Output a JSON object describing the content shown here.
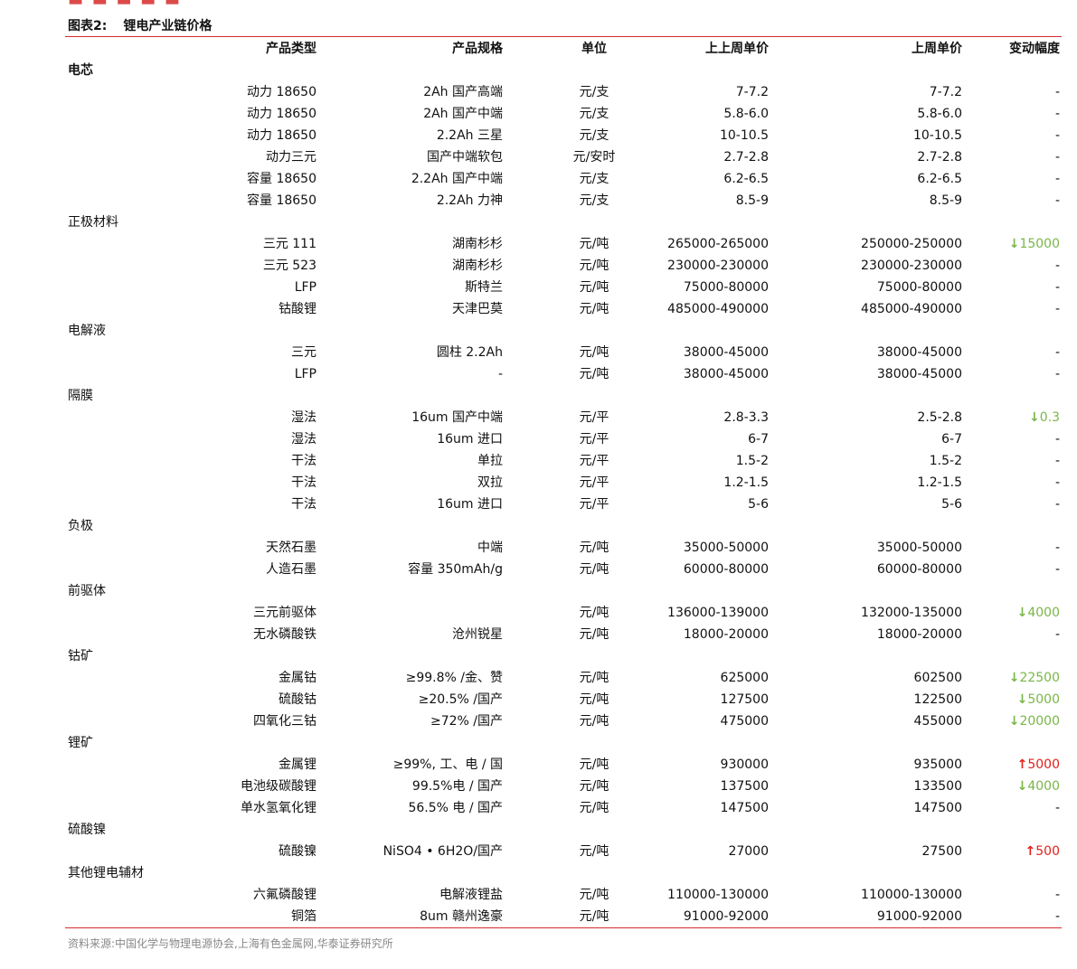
{
  "title": {
    "label": "图表2:",
    "text": "锂电产业链价格"
  },
  "headers": [
    "产品类型",
    "产品规格",
    "单位",
    "上上周单价",
    "上周单价",
    "变动幅度"
  ],
  "sections": [
    {
      "category": "电芯",
      "bold": true,
      "rows": [
        {
          "type": "动力 18650",
          "spec": "2Ah 国产高端",
          "unit": "元/支",
          "prev2": "7-7.2",
          "prev1": "7-7.2",
          "change": "-",
          "dir": "none"
        },
        {
          "type": "动力 18650",
          "spec": "2Ah 国产中端",
          "unit": "元/支",
          "prev2": "5.8-6.0",
          "prev1": "5.8-6.0",
          "change": "-",
          "dir": "none"
        },
        {
          "type": "动力 18650",
          "spec": "2.2Ah 三星",
          "unit": "元/支",
          "prev2": "10-10.5",
          "prev1": "10-10.5",
          "change": "-",
          "dir": "none"
        },
        {
          "type": "动力三元",
          "spec": "国产中端软包",
          "unit": "元/安时",
          "prev2": "2.7-2.8",
          "prev1": "2.7-2.8",
          "change": "-",
          "dir": "none"
        },
        {
          "type": "容量 18650",
          "spec": "2.2Ah 国产中端",
          "unit": "元/支",
          "prev2": "6.2-6.5",
          "prev1": "6.2-6.5",
          "change": "-",
          "dir": "none"
        },
        {
          "type": "容量 18650",
          "spec": "2.2Ah 力神",
          "unit": "元/支",
          "prev2": "8.5-9",
          "prev1": "8.5-9",
          "change": "-",
          "dir": "none"
        }
      ]
    },
    {
      "category": "正极材料",
      "bold": false,
      "rows": [
        {
          "type": "三元 111",
          "spec": "湖南杉杉",
          "unit": "元/吨",
          "prev2": "265000-265000",
          "prev1": "250000-250000",
          "change": "15000",
          "dir": "down"
        },
        {
          "type": "三元 523",
          "spec": "湖南杉杉",
          "unit": "元/吨",
          "prev2": "230000-230000",
          "prev1": "230000-230000",
          "change": "-",
          "dir": "none"
        },
        {
          "type": "LFP",
          "spec": "斯特兰",
          "unit": "元/吨",
          "prev2": "75000-80000",
          "prev1": "75000-80000",
          "change": "-",
          "dir": "none"
        },
        {
          "type": "钴酸锂",
          "spec": "天津巴莫",
          "unit": "元/吨",
          "prev2": "485000-490000",
          "prev1": "485000-490000",
          "change": "-",
          "dir": "none"
        }
      ]
    },
    {
      "category": "电解液",
      "bold": false,
      "rows": [
        {
          "type": "三元",
          "spec": "圆柱 2.2Ah",
          "unit": "元/吨",
          "prev2": "38000-45000",
          "prev1": "38000-45000",
          "change": "-",
          "dir": "none"
        },
        {
          "type": "LFP",
          "spec": "-",
          "unit": "元/吨",
          "prev2": "38000-45000",
          "prev1": "38000-45000",
          "change": "-",
          "dir": "none"
        }
      ]
    },
    {
      "category": "隔膜",
      "bold": false,
      "rows": [
        {
          "type": "湿法",
          "spec": "16um 国产中端",
          "unit": "元/平",
          "prev2": "2.8-3.3",
          "prev1": "2.5-2.8",
          "change": "0.3",
          "dir": "down"
        },
        {
          "type": "湿法",
          "spec": "16um 进口",
          "unit": "元/平",
          "prev2": "6-7",
          "prev1": "6-7",
          "change": "-",
          "dir": "none"
        },
        {
          "type": "干法",
          "spec": "单拉",
          "unit": "元/平",
          "prev2": "1.5-2",
          "prev1": "1.5-2",
          "change": "-",
          "dir": "none"
        },
        {
          "type": "干法",
          "spec": "双拉",
          "unit": "元/平",
          "prev2": "1.2-1.5",
          "prev1": "1.2-1.5",
          "change": "-",
          "dir": "none"
        },
        {
          "type": "干法",
          "spec": "16um 进口",
          "unit": "元/平",
          "prev2": "5-6",
          "prev1": "5-6",
          "change": "-",
          "dir": "none"
        }
      ]
    },
    {
      "category": "负极",
      "bold": false,
      "rows": [
        {
          "type": "天然石墨",
          "spec": "中端",
          "unit": "元/吨",
          "prev2": "35000-50000",
          "prev1": "35000-50000",
          "change": "-",
          "dir": "none"
        },
        {
          "type": "人造石墨",
          "spec": "容量 350mAh/g",
          "unit": "元/吨",
          "prev2": "60000-80000",
          "prev1": "60000-80000",
          "change": "-",
          "dir": "none"
        }
      ]
    },
    {
      "category": "前驱体",
      "bold": false,
      "rows": [
        {
          "type": "三元前驱体",
          "spec": "",
          "unit": "元/吨",
          "prev2": "136000-139000",
          "prev1": "132000-135000",
          "change": "4000",
          "dir": "down"
        },
        {
          "type": "无水磷酸铁",
          "spec": "沧州锐星",
          "unit": "元/吨",
          "prev2": "18000-20000",
          "prev1": "18000-20000",
          "change": "-",
          "dir": "none"
        }
      ]
    },
    {
      "category": "钴矿",
      "bold": false,
      "rows": [
        {
          "type": "金属钴",
          "spec": "≥99.8% /金、赞",
          "unit": "元/吨",
          "prev2": "625000",
          "prev1": "602500",
          "change": "22500",
          "dir": "down"
        },
        {
          "type": "硫酸钴",
          "spec": "≥20.5% /国产",
          "unit": "元/吨",
          "prev2": "127500",
          "prev1": "122500",
          "change": "5000",
          "dir": "down"
        },
        {
          "type": "四氧化三钴",
          "spec": "≥72% /国产",
          "unit": "元/吨",
          "prev2": "475000",
          "prev1": "455000",
          "change": "20000",
          "dir": "down"
        }
      ]
    },
    {
      "category": "锂矿",
      "bold": false,
      "rows": [
        {
          "type": "金属锂",
          "spec": "≥99%, 工、电 / 国",
          "unit": "元/吨",
          "prev2": "930000",
          "prev1": "935000",
          "change": "5000",
          "dir": "up"
        },
        {
          "type": "电池级碳酸锂",
          "spec": "99.5%电 / 国产",
          "unit": "元/吨",
          "prev2": "137500",
          "prev1": "133500",
          "change": "4000",
          "dir": "down"
        },
        {
          "type": "单水氢氧化锂",
          "spec": "56.5% 电 / 国产",
          "unit": "元/吨",
          "prev2": "147500",
          "prev1": "147500",
          "change": "-",
          "dir": "none"
        }
      ]
    },
    {
      "category": "硫酸镍",
      "bold": false,
      "rows": [
        {
          "type": "硫酸镍",
          "spec": "NiSO4 • 6H2O/国产",
          "unit": "元/吨",
          "prev2": "27000",
          "prev1": "27500",
          "change": "500",
          "dir": "up"
        }
      ]
    },
    {
      "category": "其他锂电辅材",
      "bold": false,
      "rows": [
        {
          "type": "六氟磷酸锂",
          "spec": "电解液锂盐",
          "unit": "元/吨",
          "prev2": "110000-130000",
          "prev1": "110000-130000",
          "change": "-",
          "dir": "none"
        },
        {
          "type": "铜箔",
          "spec": "8um 赣州逸豪",
          "unit": "元/吨",
          "prev2": "91000-92000",
          "prev1": "91000-92000",
          "change": "-",
          "dir": "none"
        }
      ]
    }
  ],
  "source": "资料来源:中国化学与物理电源协会,上海有色金属网,华泰证券研究所",
  "colors": {
    "accent_rule": "#d62b2b",
    "down": "#7ab648",
    "up": "#e0201b"
  },
  "icons": {
    "down": "arrow-down-icon",
    "up": "arrow-up-icon"
  }
}
